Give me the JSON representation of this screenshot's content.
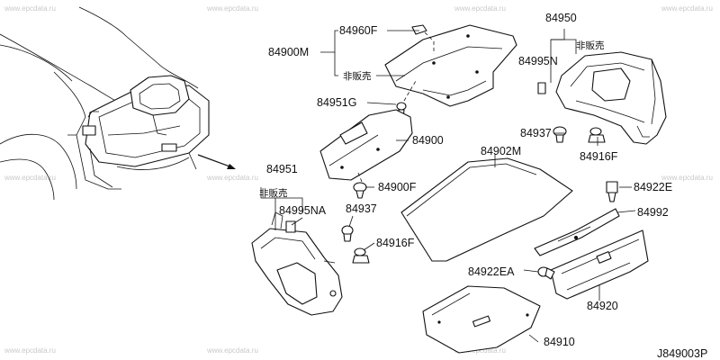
{
  "diagram": {
    "labels": {
      "p84960F": "84960F",
      "p84900M": "84900M",
      "p84950": "84950",
      "p84995N": "84995N",
      "p84951G": "84951G",
      "p84900": "84900",
      "p84902M": "84902M",
      "p84937_right": "84937",
      "p84916F_right": "84916F",
      "p84951": "84951",
      "p84900F": "84900F",
      "p84995NA": "84995NA",
      "p84937_left": "84937",
      "p84916F_left": "84916F",
      "p84922E": "84922E",
      "p84992": "84992",
      "p84922EA": "84922EA",
      "p84920": "84920",
      "p84910": "84910"
    },
    "not_for_sale": {
      "upper": "非販売",
      "right": "非販売",
      "left": "非販売"
    },
    "reference_code": "J849003P",
    "watermark": "www.epcdata.ru"
  }
}
